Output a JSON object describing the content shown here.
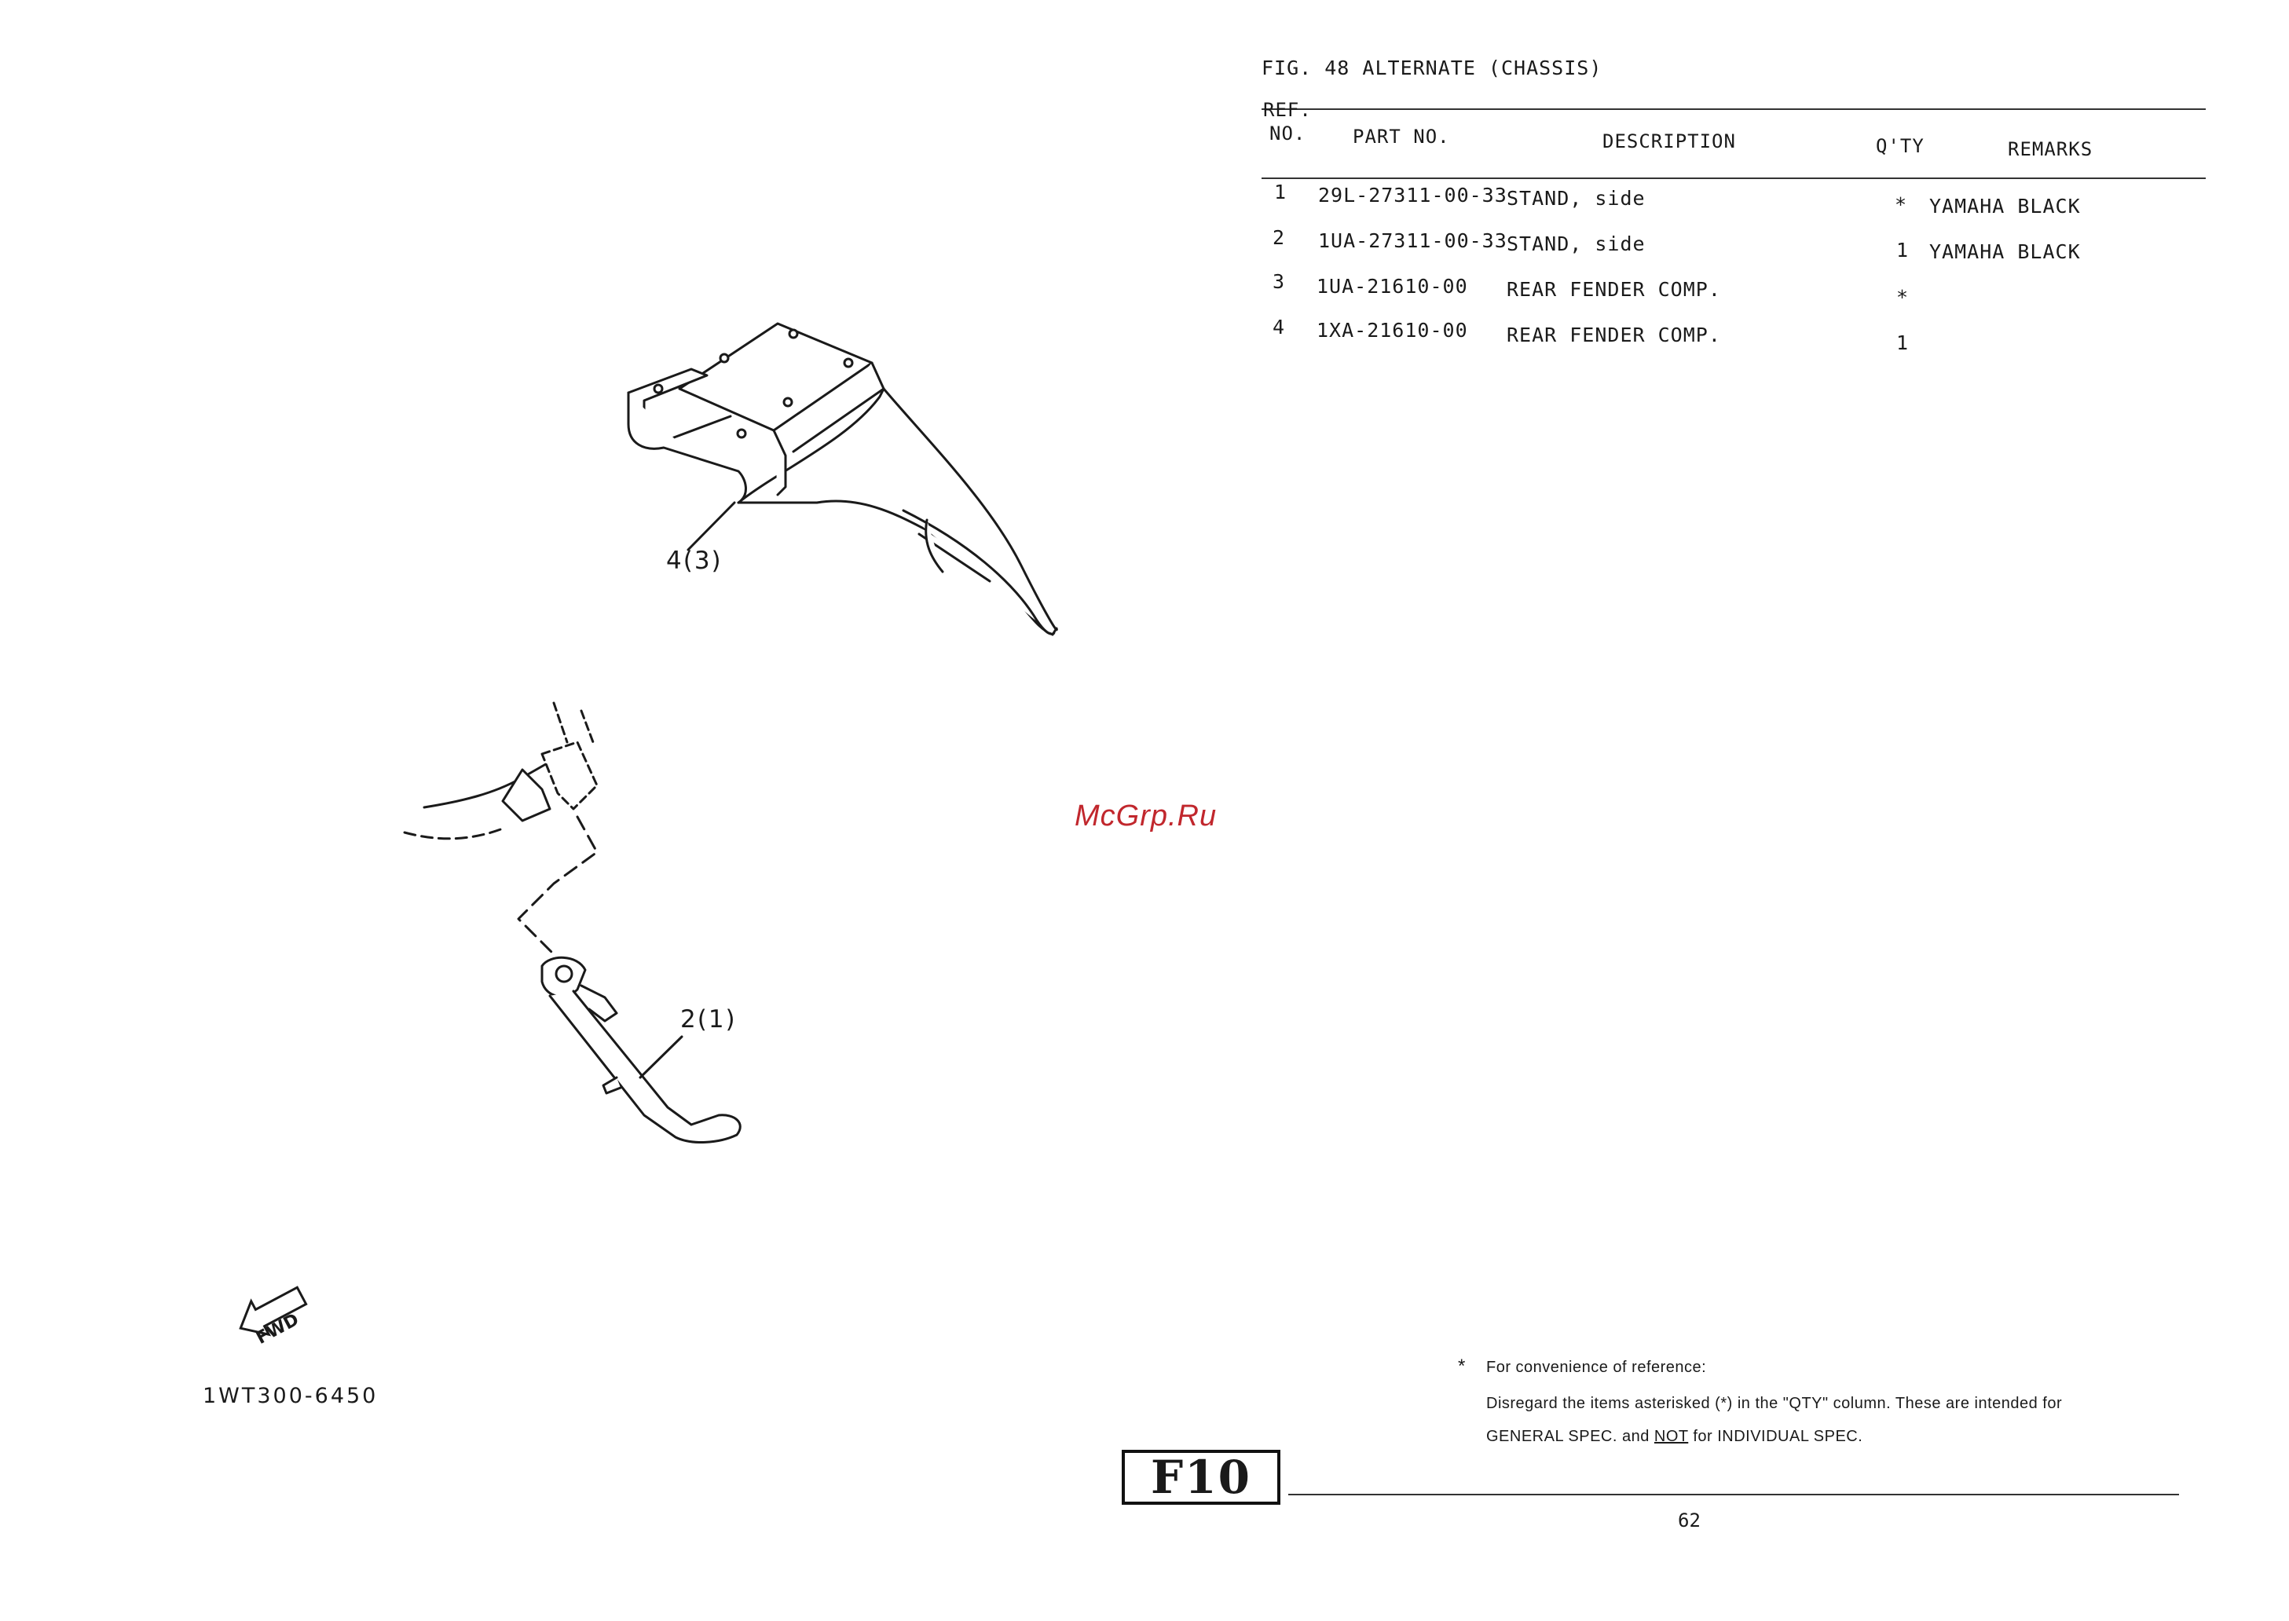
{
  "header": {
    "figure_title": "FIG. 48  ALTERNATE (CHASSIS)"
  },
  "table": {
    "columns": {
      "ref_line1": "REF.",
      "ref_line2": "NO.",
      "part_no": "PART NO.",
      "description": "DESCRIPTION",
      "qty": "Q'TY",
      "remarks": "REMARKS"
    },
    "rows": [
      {
        "ref": "1",
        "part_no": "29L-27311-00-33",
        "description": "STAND, side",
        "qty": "*",
        "remarks": "YAMAHA BLACK"
      },
      {
        "ref": "2",
        "part_no": "1UA-27311-00-33",
        "description": "STAND, side",
        "qty": "1",
        "remarks": "YAMAHA BLACK"
      },
      {
        "ref": "3",
        "part_no": "1UA-21610-00",
        "description": "REAR FENDER COMP.",
        "qty": "*",
        "remarks": ""
      },
      {
        "ref": "4",
        "part_no": "1XA-21610-00",
        "description": "REAR FENDER COMP.",
        "qty": "1",
        "remarks": ""
      }
    ]
  },
  "diagram": {
    "callout_fender": "4(3)",
    "callout_stand": "2(1)",
    "fwd_label": "FWD",
    "illustration_code": "1WT300-6450"
  },
  "watermark": "McGrp.Ru",
  "footnote": {
    "star": "*",
    "line1": "For convenience of reference:",
    "line2": "Disregard the items asterisked (*) in the \"QTY\" column.  These are intended for",
    "line3_pre": "GENERAL SPEC. and ",
    "line3_not": "NOT",
    "line3_post": " for INDIVIDUAL SPEC."
  },
  "section_mark": "F10",
  "page_number": "62"
}
